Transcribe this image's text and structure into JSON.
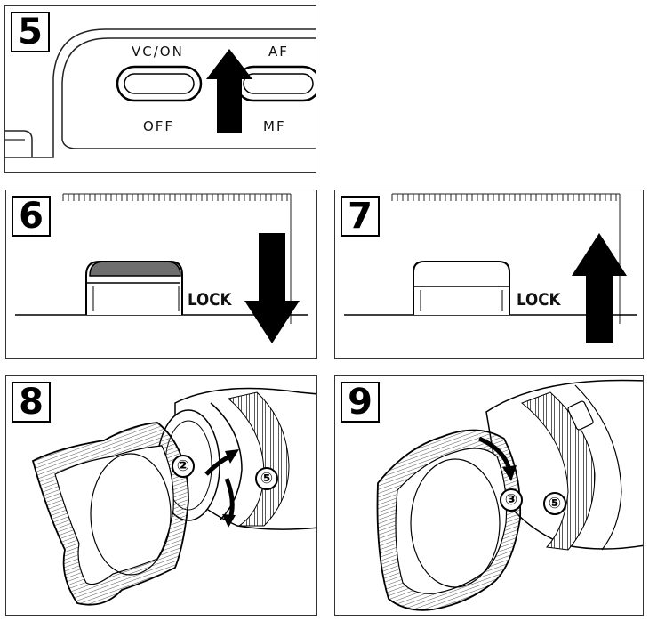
{
  "steps": [
    {
      "number": "5",
      "switches": {
        "vc_on": "VC/ON",
        "off": "OFF",
        "af": "AF",
        "mf": "MF"
      }
    },
    {
      "number": "6",
      "lock_label": "LOCK"
    },
    {
      "number": "7",
      "lock_label": "LOCK"
    },
    {
      "number": "8",
      "markers": [
        "②",
        "⑤"
      ]
    },
    {
      "number": "9",
      "markers": [
        "③",
        "⑤"
      ]
    }
  ],
  "icons": {
    "step5": "arrow-up-icon",
    "step6": "arrow-down-icon",
    "step7": "arrow-up-icon",
    "step8": "curved-rotate-arrows-icon",
    "step9": "curved-rotate-arrow-icon"
  }
}
